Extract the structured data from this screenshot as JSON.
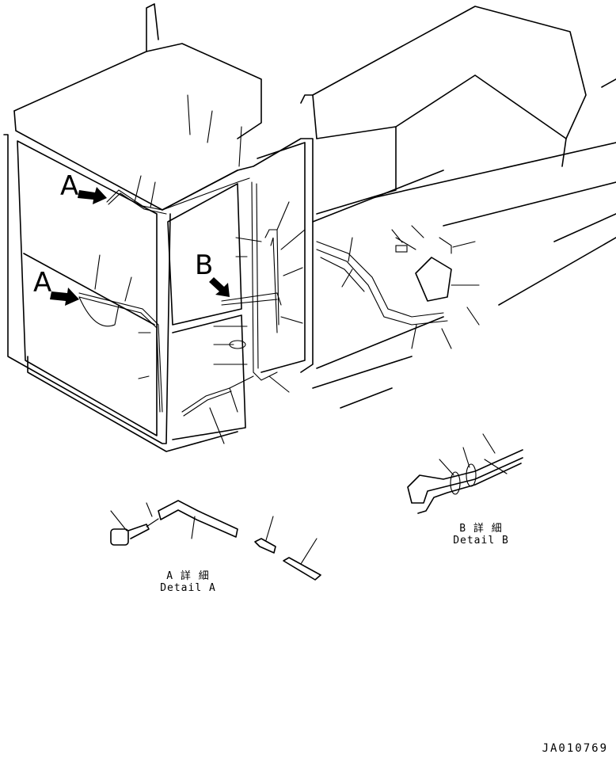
{
  "callouts": {
    "view_a_top": "A",
    "view_a_bottom": "A",
    "view_b": "B"
  },
  "detail_a": {
    "caption_jp": "A 詳 細",
    "caption_en": "Detail A"
  },
  "detail_b": {
    "caption_jp": "B 詳 細",
    "caption_en": "Detail B"
  },
  "document_id": "JA010769"
}
